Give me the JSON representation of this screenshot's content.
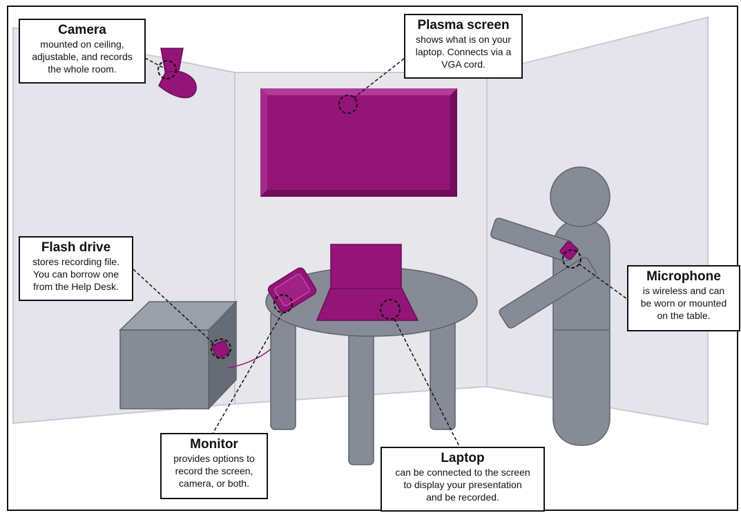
{
  "callouts": {
    "camera": {
      "title": "Camera",
      "lines": [
        "mounted on ceiling,",
        "adjustable, and records",
        "the whole room."
      ]
    },
    "plasma": {
      "title": "Plasma screen",
      "lines": [
        "shows what is on your",
        "laptop. Connects via a",
        "VGA cord."
      ]
    },
    "flash": {
      "title": "Flash drive",
      "lines": [
        "stores recording file.",
        "You can borrow one",
        "from the Help Desk."
      ]
    },
    "microphone": {
      "title": "Microphone",
      "lines": [
        "is wireless and can",
        "be worn or mounted",
        "on the table."
      ]
    },
    "monitor": {
      "title": "Monitor",
      "lines": [
        "provides options to",
        "record the screen,",
        "camera, or both."
      ]
    },
    "laptop": {
      "title": "Laptop",
      "lines": [
        "can be connected to the screen",
        "to display your presentation",
        "and be recorded."
      ]
    }
  },
  "colors": {
    "device": "#941478",
    "device_dark": "#6e0d59",
    "furniture": "#868b96",
    "furniture_dark": "#5d616b",
    "wall": "#e4e4ea",
    "outline": "#111111"
  }
}
